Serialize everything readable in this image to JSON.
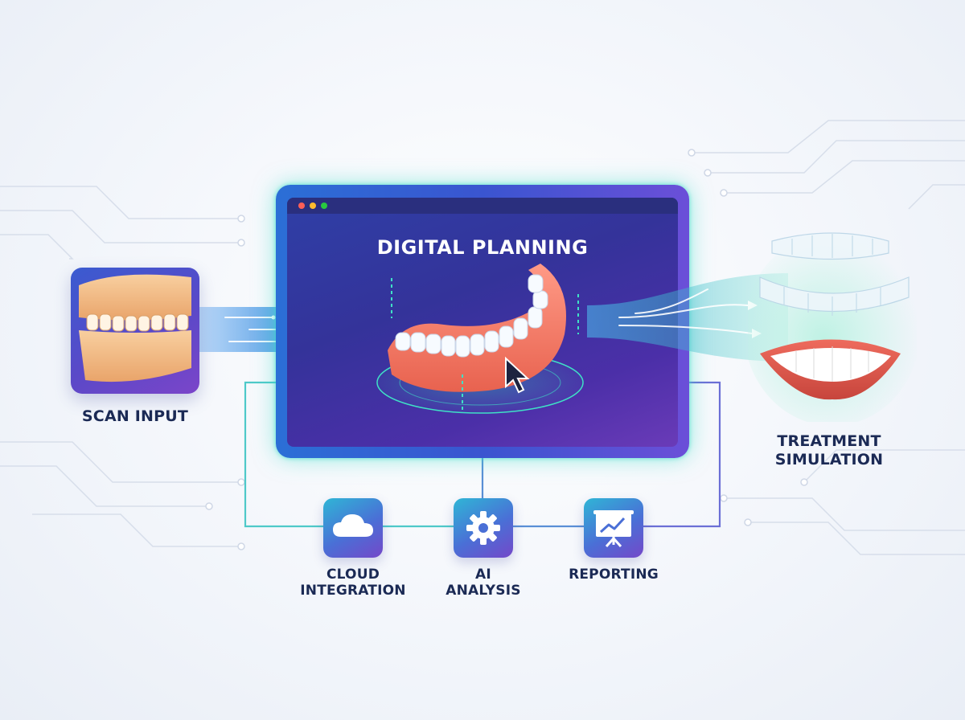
{
  "scan_input": {
    "label": "SCAN INPUT"
  },
  "digital_planning": {
    "title": "DIGITAL PLANNING"
  },
  "treatment_simulation": {
    "label_line1": "TREATMENT",
    "label_line2": "SIMULATION"
  },
  "features": [
    {
      "label_line1": "CLOUD",
      "label_line2": "INTEGRATION",
      "icon": "cloud-icon"
    },
    {
      "label_line1": "AI",
      "label_line2": "ANALYSIS",
      "icon": "gear-icon"
    },
    {
      "label_line1": "REPORTING",
      "label_line2": "",
      "icon": "presentation-chart-icon"
    }
  ],
  "colors": {
    "label_text": "#1b2a55",
    "accent_teal": "#2fd3b8",
    "accent_blue": "#3a55d0",
    "accent_purple": "#7448c9",
    "window_dot_red": "#ff5f57",
    "window_dot_yellow": "#febc2e",
    "window_dot_green": "#28c840"
  }
}
